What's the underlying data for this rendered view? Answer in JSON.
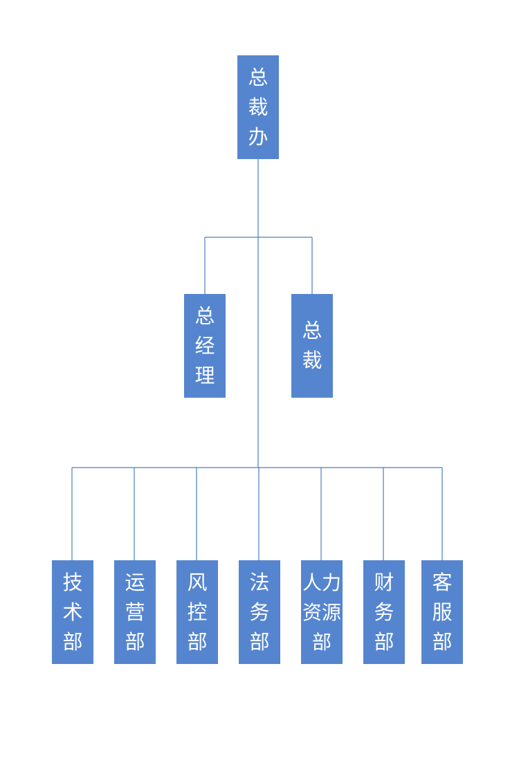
{
  "colors": {
    "node_fill": "#5585cf",
    "node_text": "#ffffff",
    "connector": "#4a7ebb",
    "background": "#ffffff"
  },
  "root": {
    "label": "总裁办"
  },
  "management": [
    {
      "label": "总经理"
    },
    {
      "label": "总裁"
    }
  ],
  "departments": [
    {
      "label": "技术部"
    },
    {
      "label": "运营部"
    },
    {
      "label": "风控部"
    },
    {
      "label": "法务部"
    },
    {
      "label": "人力资源部"
    },
    {
      "label": "财务部"
    },
    {
      "label": "客服部"
    }
  ]
}
